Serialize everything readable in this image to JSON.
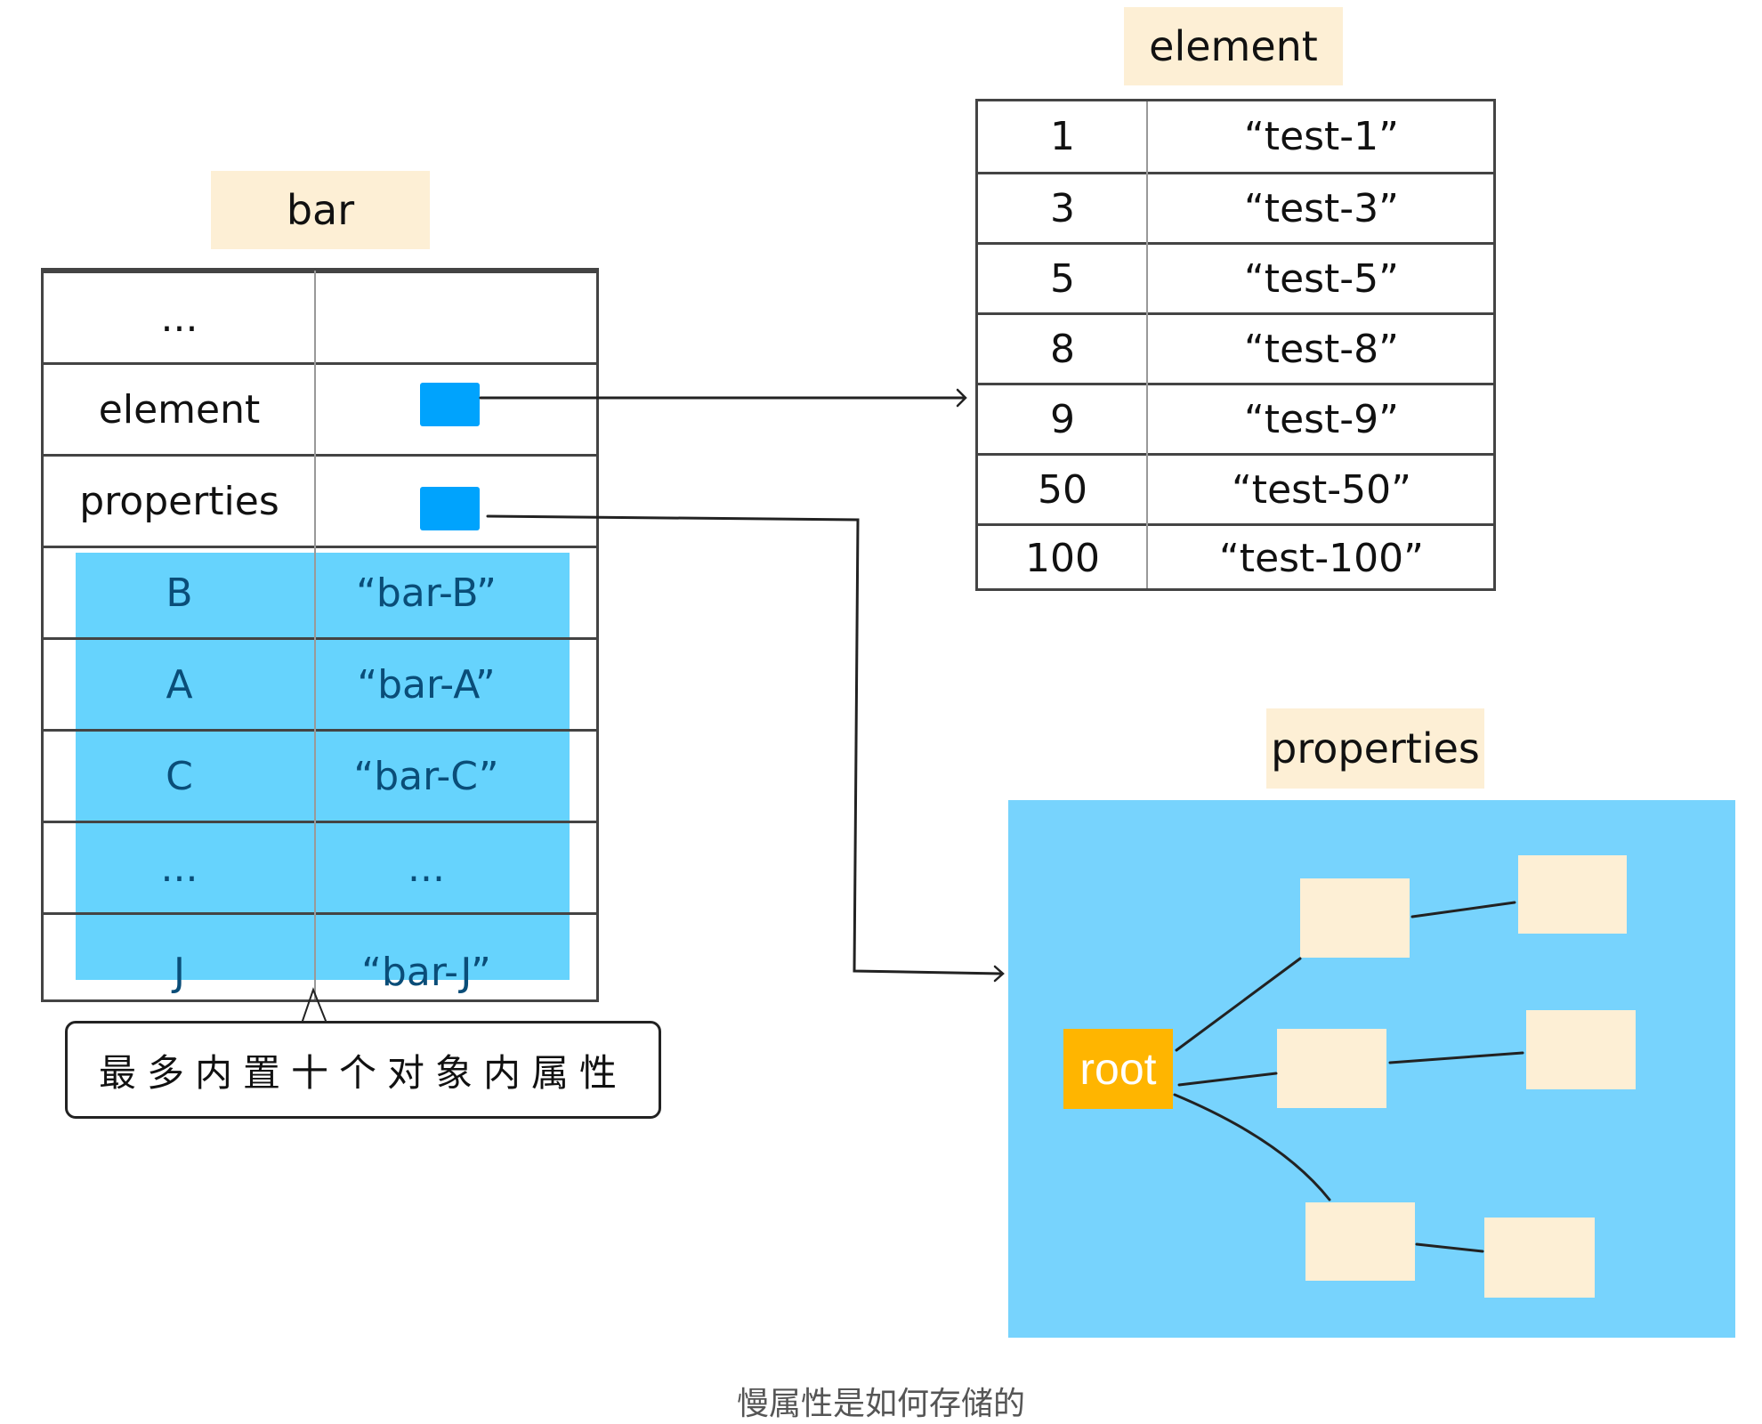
{
  "bar": {
    "title": "bar",
    "rows": [
      {
        "key": "...",
        "value": "",
        "type": "plain"
      },
      {
        "key": "element",
        "value": "",
        "type": "pointer"
      },
      {
        "key": "properties",
        "value": "",
        "type": "pointer"
      },
      {
        "key": "B",
        "value": "“bar-B”",
        "type": "in-object"
      },
      {
        "key": "A",
        "value": "“bar-A”",
        "type": "in-object"
      },
      {
        "key": "C",
        "value": "“bar-C”",
        "type": "in-object"
      },
      {
        "key": "...",
        "value": "...",
        "type": "in-object"
      },
      {
        "key": "J",
        "value": "“bar-J”",
        "type": "in-object"
      }
    ],
    "callout": "最多内置十个对象内属性"
  },
  "element": {
    "title": "element",
    "rows": [
      {
        "index": "1",
        "value": "“test-1”"
      },
      {
        "index": "3",
        "value": "“test-3”"
      },
      {
        "index": "5",
        "value": "“test-5”"
      },
      {
        "index": "8",
        "value": "“test-8”"
      },
      {
        "index": "9",
        "value": "“test-9”"
      },
      {
        "index": "50",
        "value": "“test-50”"
      },
      {
        "index": "100",
        "value": "“test-100”"
      }
    ]
  },
  "properties": {
    "title": "properties",
    "root_label": "root",
    "node_count": 6
  },
  "colors": {
    "label_bg": "#fdefd5",
    "in_object_highlight": "#66d3fd",
    "pointer": "#00a3fd",
    "tree_bg": "#77d3fd",
    "root": "#ffb500"
  },
  "caption": "慢属性是如何存储的"
}
